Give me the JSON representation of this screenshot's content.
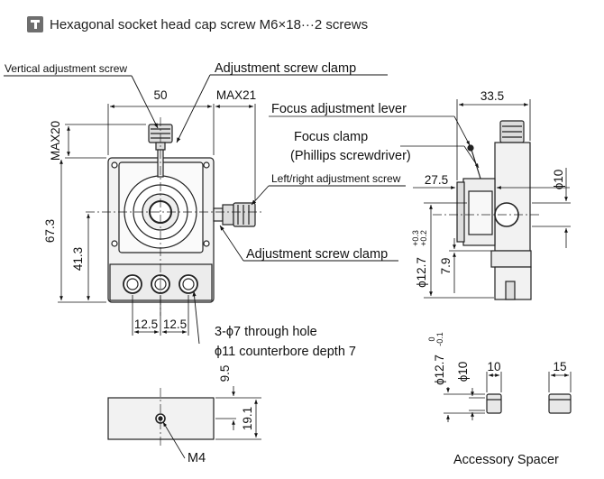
{
  "header": {
    "icon": "screw-icon",
    "title": "Hexagonal socket head cap screw M6×18···2 screws"
  },
  "labels": {
    "vertical_adjustment_screw": "Vertical adjustment screw",
    "adjustment_screw_clamp_top": "Adjustment screw clamp",
    "focus_adjustment_lever": "Focus adjustment lever",
    "focus_clamp": "Focus clamp",
    "phillips_screwdriver": "(Phillips screwdriver)",
    "left_right_adjustment_screw": "Left/right adjustment screw",
    "adjustment_screw_clamp_bottom": "Adjustment screw clamp",
    "through_hole": "3-ϕ7 through hole",
    "counterbore": "ϕ11 counterbore depth 7",
    "m4": "M4",
    "accessory_spacer": "Accessory Spacer"
  },
  "dimensions": {
    "width_50": "50",
    "max21": "MAX21",
    "max20": "MAX20",
    "h_67_3": "67.3",
    "h_41_3": "41.3",
    "pitch_a": "12.5",
    "pitch_b": "12.5",
    "side_33_5": "33.5",
    "side_27_5": "27.5",
    "phi10_side": "ϕ10",
    "phi12_7": "ϕ12.7",
    "tol_plus": "+0.3",
    "tol_minus": "+0.2",
    "d7_9": "7.9",
    "base_9_5": "9.5",
    "base_19_1": "19.1",
    "spacer_phi12_7": "ϕ12.7",
    "spacer_tol_plus": "0",
    "spacer_tol_minus": "-0.1",
    "spacer_phi10": "ϕ10",
    "spacer_10": "10",
    "spacer_15": "15"
  }
}
